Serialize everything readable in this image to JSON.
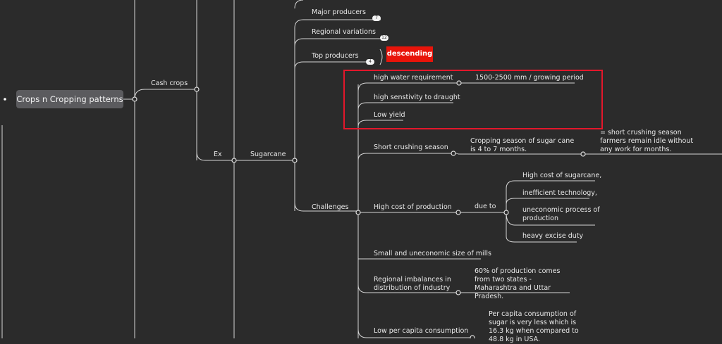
{
  "root": {
    "label": "Crops n Cropping patterns"
  },
  "cash_crops": {
    "label": "Cash crops"
  },
  "ex": {
    "label": "Ex"
  },
  "sugarcane": {
    "label": "Sugarcane"
  },
  "branches": {
    "major_producers": {
      "label": "Major producers",
      "badge": "7"
    },
    "regional_variations": {
      "label": "Regional variations",
      "badge": "12"
    },
    "top_producers": {
      "label": "Top producers",
      "badge": "4"
    },
    "challenges": {
      "label": "Challenges"
    }
  },
  "descending_tag": {
    "label": "descending",
    "color": "#e8140a"
  },
  "highlight_color": "#e3172b",
  "requirements": {
    "water": "high water requirement",
    "water_detail": "1500-2500 mm / growing period",
    "draught": "high senstivity to draught",
    "yield": "Low yield"
  },
  "challenges": {
    "short_season": "Short crushing season",
    "short_season_detail": "Cropping season of sugar cane is 4 to 7 months.",
    "short_season_result": "= short crushing season farmers remain idle without any work for months.",
    "high_cost": "High cost of production",
    "due_to": "due to",
    "causes": [
      "High cost of sugarcane,",
      "inefficient technology,",
      "uneconomic process of production",
      "heavy excise duty"
    ],
    "small_mills": "Small and uneconomic size of mills",
    "regional_imbalance": "Regional imbalances in distribution of industry",
    "regional_detail": "60% of production comes from two states - Maharashtra and Uttar Pradesh.",
    "low_consumption": "Low per capita consumption",
    "consumption_detail": "Per capita consumption of sugar is very less which is 16.3 kg when compared to 48.8 kg in USA."
  }
}
